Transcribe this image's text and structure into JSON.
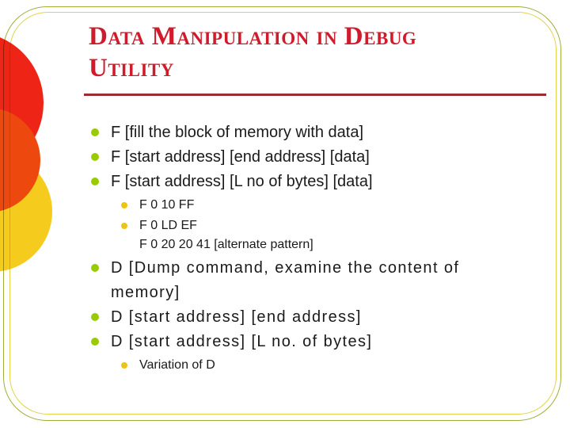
{
  "title": {
    "text": "Data Manipulation in Debug\nUtility"
  },
  "bullets": [
    {
      "level": 1,
      "text": "F [fill the block of memory with data]"
    },
    {
      "level": 1,
      "text": "F [start address] [end address] [data]"
    },
    {
      "level": 1,
      "text": "F [start address] [L no of bytes] [data]"
    },
    {
      "level": 2,
      "text": "F 0 10 FF"
    },
    {
      "level": 2,
      "text": "F 0 LD EF\nF 0 20 20 41 [alternate pattern]"
    },
    {
      "level": 1,
      "text": "D [Dump command, examine the content of\nmemory]"
    },
    {
      "level": 1,
      "text": "D [start address] [end address]"
    },
    {
      "level": 1,
      "text": "D [start address] [L no. of bytes]"
    },
    {
      "level": 2,
      "text": "Variation of D"
    }
  ],
  "theme": {
    "background": "#ffffff",
    "title-color": "#cf1b2b",
    "rule-color": "#9e2a33",
    "text-color": "#1a1a1a",
    "bullet-l1-color": "#99cc00",
    "bullet-l2-color": "#eec311",
    "circle-red": "#ee2516",
    "circle-orange": "#ed480e",
    "circle-yellow": "#f5cb1d",
    "border-outer": "#a2ad3c",
    "border-inner": "#e3d34b"
  }
}
